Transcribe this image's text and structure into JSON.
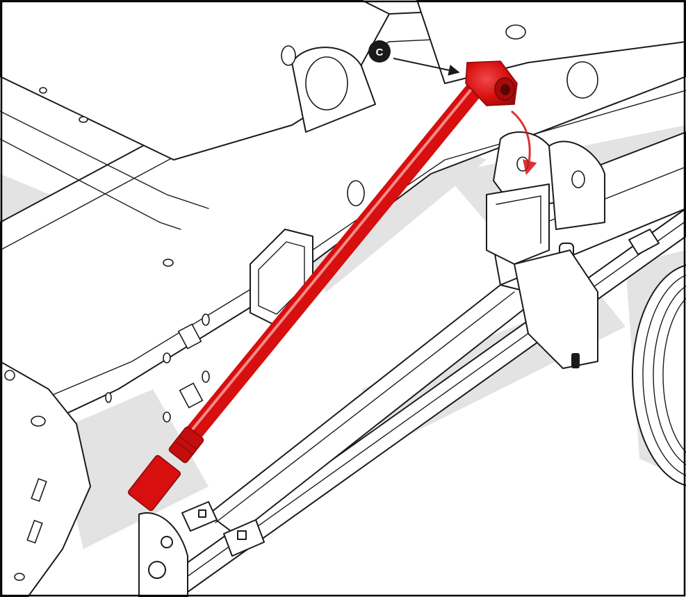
{
  "figure": {
    "callout": {
      "letter": "C"
    }
  },
  "colors": {
    "part_highlight": "#d70f0f",
    "part_shadow": "#9e0a0a",
    "part_light": "#f04848",
    "line_art": "#1a1a1a",
    "shadow_fill": "#e3e3e3",
    "background": "#ffffff"
  },
  "icons": {
    "callout_arrow": "arrow-to-bushing",
    "install_arrow": "curved-red-arrow-down"
  }
}
